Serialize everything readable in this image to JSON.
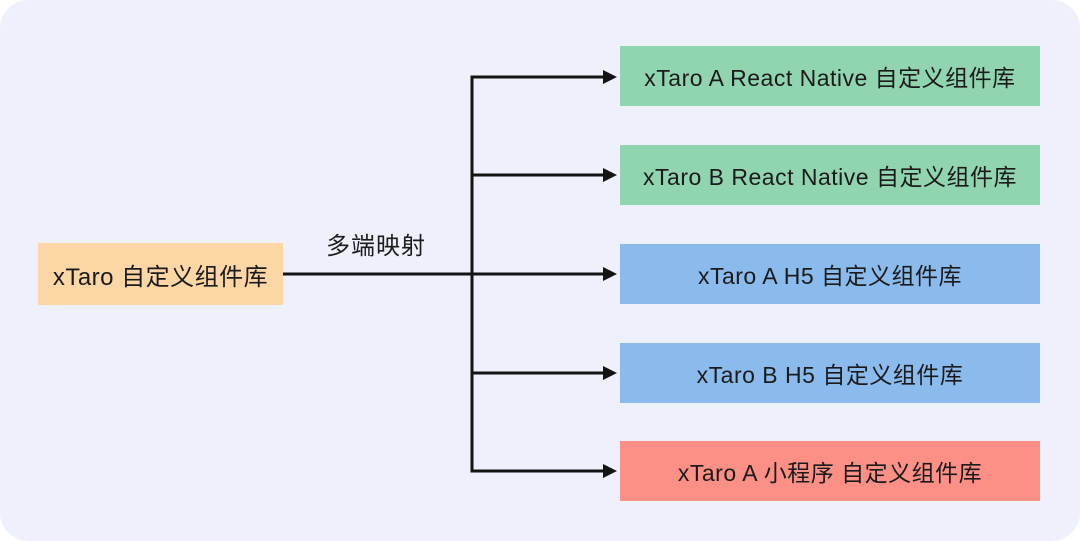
{
  "canvas": {
    "background": "#eef1fc",
    "outer_background": "#ffffff",
    "line_color": "#141414"
  },
  "diagram": {
    "root_node": {
      "label": "xTaro 自定义组件库",
      "background": "#fcd7a5"
    },
    "edge_label": "多端映射",
    "targets": [
      {
        "label": "xTaro A React Native 自定义组件库",
        "background": "#90d5b0"
      },
      {
        "label": "xTaro B React Native 自定义组件库",
        "background": "#90d5b0"
      },
      {
        "label": "xTaro A H5 自定义组件库",
        "background": "#8bbaec"
      },
      {
        "label": "xTaro B H5 自定义组件库",
        "background": "#8bbaec"
      },
      {
        "label": "xTaro A 小程序 自定义组件库",
        "background": "#fc8f86"
      }
    ]
  }
}
